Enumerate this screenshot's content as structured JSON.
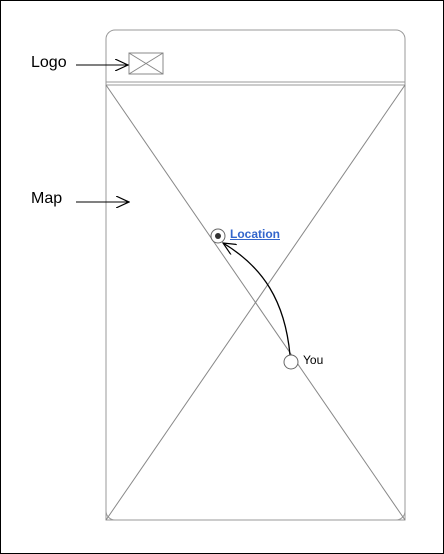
{
  "callouts": {
    "logo_label": "Logo",
    "map_label": "Map"
  },
  "map": {
    "location_link": "Location",
    "you_label": "You"
  },
  "colors": {
    "frame_stroke": "#999999",
    "placeholder_stroke": "#888888",
    "arrow_stroke": "#000000",
    "link_color": "#3366cc"
  },
  "icons": {
    "logo": "image-placeholder-icon",
    "location_pin": "location-pin-icon",
    "you_marker": "user-position-icon"
  }
}
